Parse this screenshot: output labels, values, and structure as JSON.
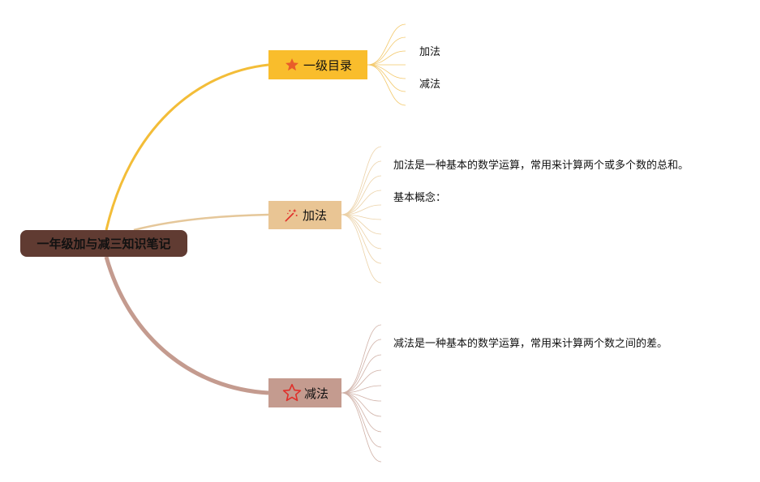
{
  "root": {
    "label": "一年级加与减三知识笔记"
  },
  "branches": [
    {
      "label": "一级目录",
      "icon": "star-filled-icon",
      "color": "#f9bd2c",
      "line_color": "#f3bd38",
      "children": [
        "加法",
        "减法"
      ]
    },
    {
      "label": "加法",
      "icon": "magic-wand-icon",
      "color": "#e9c594",
      "line_color": "#e5c79a",
      "children": [
        "加法是一种基本的数学运算，常用来计算两个或多个数的总和。",
        "基本概念："
      ]
    },
    {
      "label": "减法",
      "icon": "star-outline-icon",
      "color": "#c49b8f",
      "line_color": "#c49b8f",
      "children": [
        "减法是一种基本的数学运算，常用来计算两个数之间的差。"
      ]
    }
  ],
  "colors": {
    "root_fill": "#603b32",
    "icon_star": "#e85d2a",
    "icon_outline": "#e0302a"
  }
}
